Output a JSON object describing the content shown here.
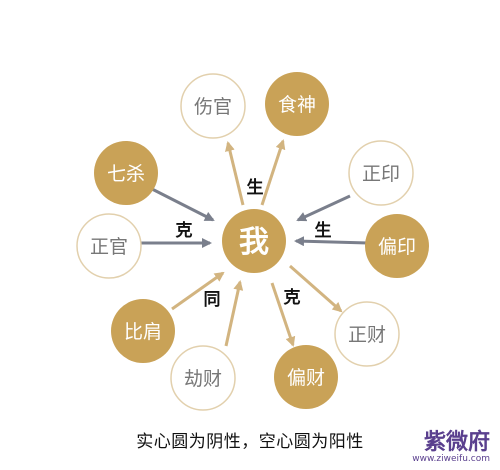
{
  "center": {
    "label": "我",
    "filled": true
  },
  "nodes": [
    {
      "id": "shangguan",
      "label": "伤官",
      "filled": false
    },
    {
      "id": "shishen",
      "label": "食神",
      "filled": true
    },
    {
      "id": "qisha",
      "label": "七杀",
      "filled": true
    },
    {
      "id": "zhengyin",
      "label": "正印",
      "filled": false
    },
    {
      "id": "zhengguan",
      "label": "正官",
      "filled": false
    },
    {
      "id": "pianyin",
      "label": "偏印",
      "filled": true
    },
    {
      "id": "bijian",
      "label": "比肩",
      "filled": true
    },
    {
      "id": "zhengcai",
      "label": "正财",
      "filled": false
    },
    {
      "id": "jiecai",
      "label": "劫财",
      "filled": false
    },
    {
      "id": "piancai",
      "label": "偏财",
      "filled": true
    }
  ],
  "relations": {
    "top": "生",
    "left": "克",
    "right": "生",
    "bottom_left": "同",
    "bottom_right": "克"
  },
  "caption": "实心圆为阴性，空心圆为阳性",
  "watermark": {
    "main": "紫微府",
    "sub": "www.ziweifu.com"
  },
  "colors": {
    "gold": "#c9a257",
    "gold_light": "#d2b480",
    "outline": "#e2d0ad",
    "arrow_gray": "#7a7f8c",
    "text_dark": "#111111"
  }
}
